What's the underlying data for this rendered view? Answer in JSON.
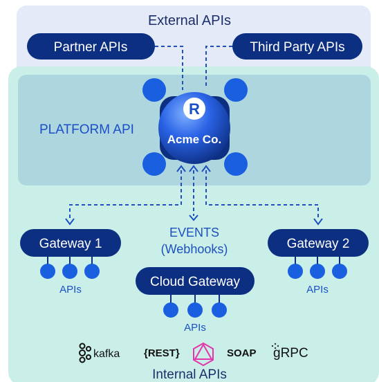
{
  "external": {
    "title": "External APIs",
    "partner": "Partner APIs",
    "third_party": "Third Party APIs"
  },
  "platform": {
    "label": "PLATFORM API",
    "hub_name": "Acme Co.",
    "hub_logo_letter": "R"
  },
  "events": {
    "line1": "EVENTS",
    "line2": "(Webhooks)"
  },
  "gateways": {
    "g1": "Gateway 1",
    "g2": "Gateway 2",
    "cloud": "Cloud Gateway",
    "apis_label": "APIs"
  },
  "protocols": {
    "kafka": "kafka",
    "rest": "{REST}",
    "soap": "SOAP",
    "grpc": "gRPC"
  },
  "internal": {
    "title": "Internal APIs"
  },
  "colors": {
    "external_bg": "#e4eaf7",
    "internal_bg": "#c9efe8",
    "platform_bg": "#aed6df",
    "navy": "#0d2f82",
    "blue": "#1a5fe0",
    "text_blue": "#1f4fbd",
    "dash": "#1d4fbf",
    "graphql": "#e535ab"
  },
  "icons": [
    "kafka-icon",
    "graphql-icon",
    "grpc-icon",
    "acme-logo-icon"
  ]
}
